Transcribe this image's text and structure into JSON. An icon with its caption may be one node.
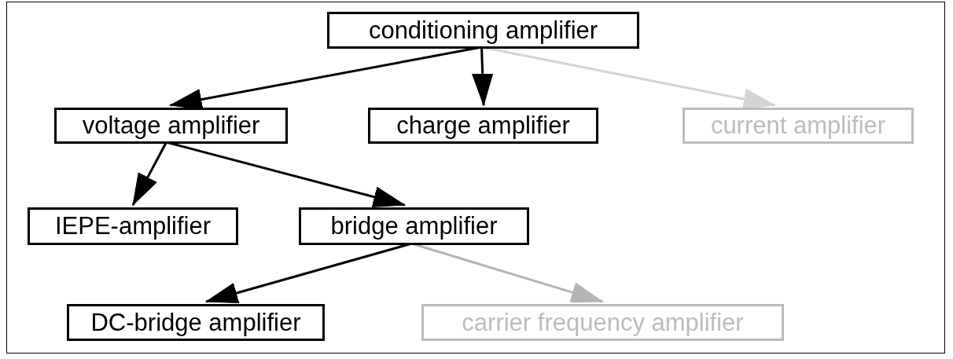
{
  "diagram": {
    "nodes": [
      {
        "text": [
          "conditioning amplifier"
        ]
      },
      {
        "text": [
          "voltage amplifier"
        ]
      },
      {
        "text": [
          "charge amplifier"
        ]
      },
      {
        "text": [
          "current amplifier"
        ]
      },
      {
        "text": [
          "IEPE-amplifier"
        ]
      },
      {
        "text": [
          "bridge amplifier"
        ]
      },
      {
        "text": [
          "DC-bridge amplifier"
        ]
      },
      {
        "text": [
          "carrier frequency amplifier"
        ]
      }
    ],
    "edges": [
      {
        "from": 0,
        "to": 1,
        "arrow": "to"
      },
      {
        "from": 0,
        "to": 2,
        "arrow": "to"
      },
      {
        "from": 0,
        "to": 3,
        "arrow": "to",
        "color": "#d4d4d4"
      },
      {
        "from": 1,
        "to": 4,
        "arrow": "to"
      },
      {
        "from": 1,
        "to": 5,
        "arrow": "to"
      },
      {
        "from": 5,
        "to": 6,
        "arrow": "to"
      },
      {
        "from": 5,
        "to": 7,
        "arrow": "to",
        "color": "#b4b4b4"
      }
    ]
  }
}
